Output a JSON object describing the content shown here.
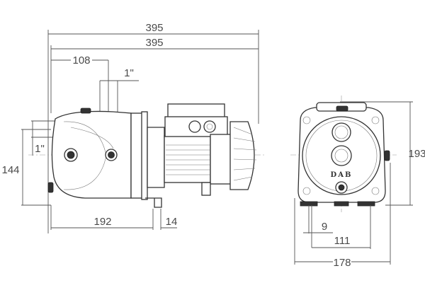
{
  "diagram": {
    "type": "technical-dimension-drawing",
    "subject": "surface pump (side and front views)",
    "brand_mark": "DAB",
    "units": "mm",
    "side_view": {
      "dimensions": {
        "overall_length_top": "395",
        "overall_length_second": "395",
        "inlet_to_outlet": "108",
        "outlet_size": "1\"",
        "inlet_size": "1\"",
        "height_inlet": "144",
        "base_length": "192",
        "foot_width": "14"
      }
    },
    "front_view": {
      "dimensions": {
        "overall_height": "193",
        "foot_hole": "9",
        "hole_spacing": "111",
        "overall_width": "178"
      }
    },
    "colors": {
      "line": "#555555",
      "text": "#4a4a4a",
      "background": "#ffffff"
    }
  }
}
